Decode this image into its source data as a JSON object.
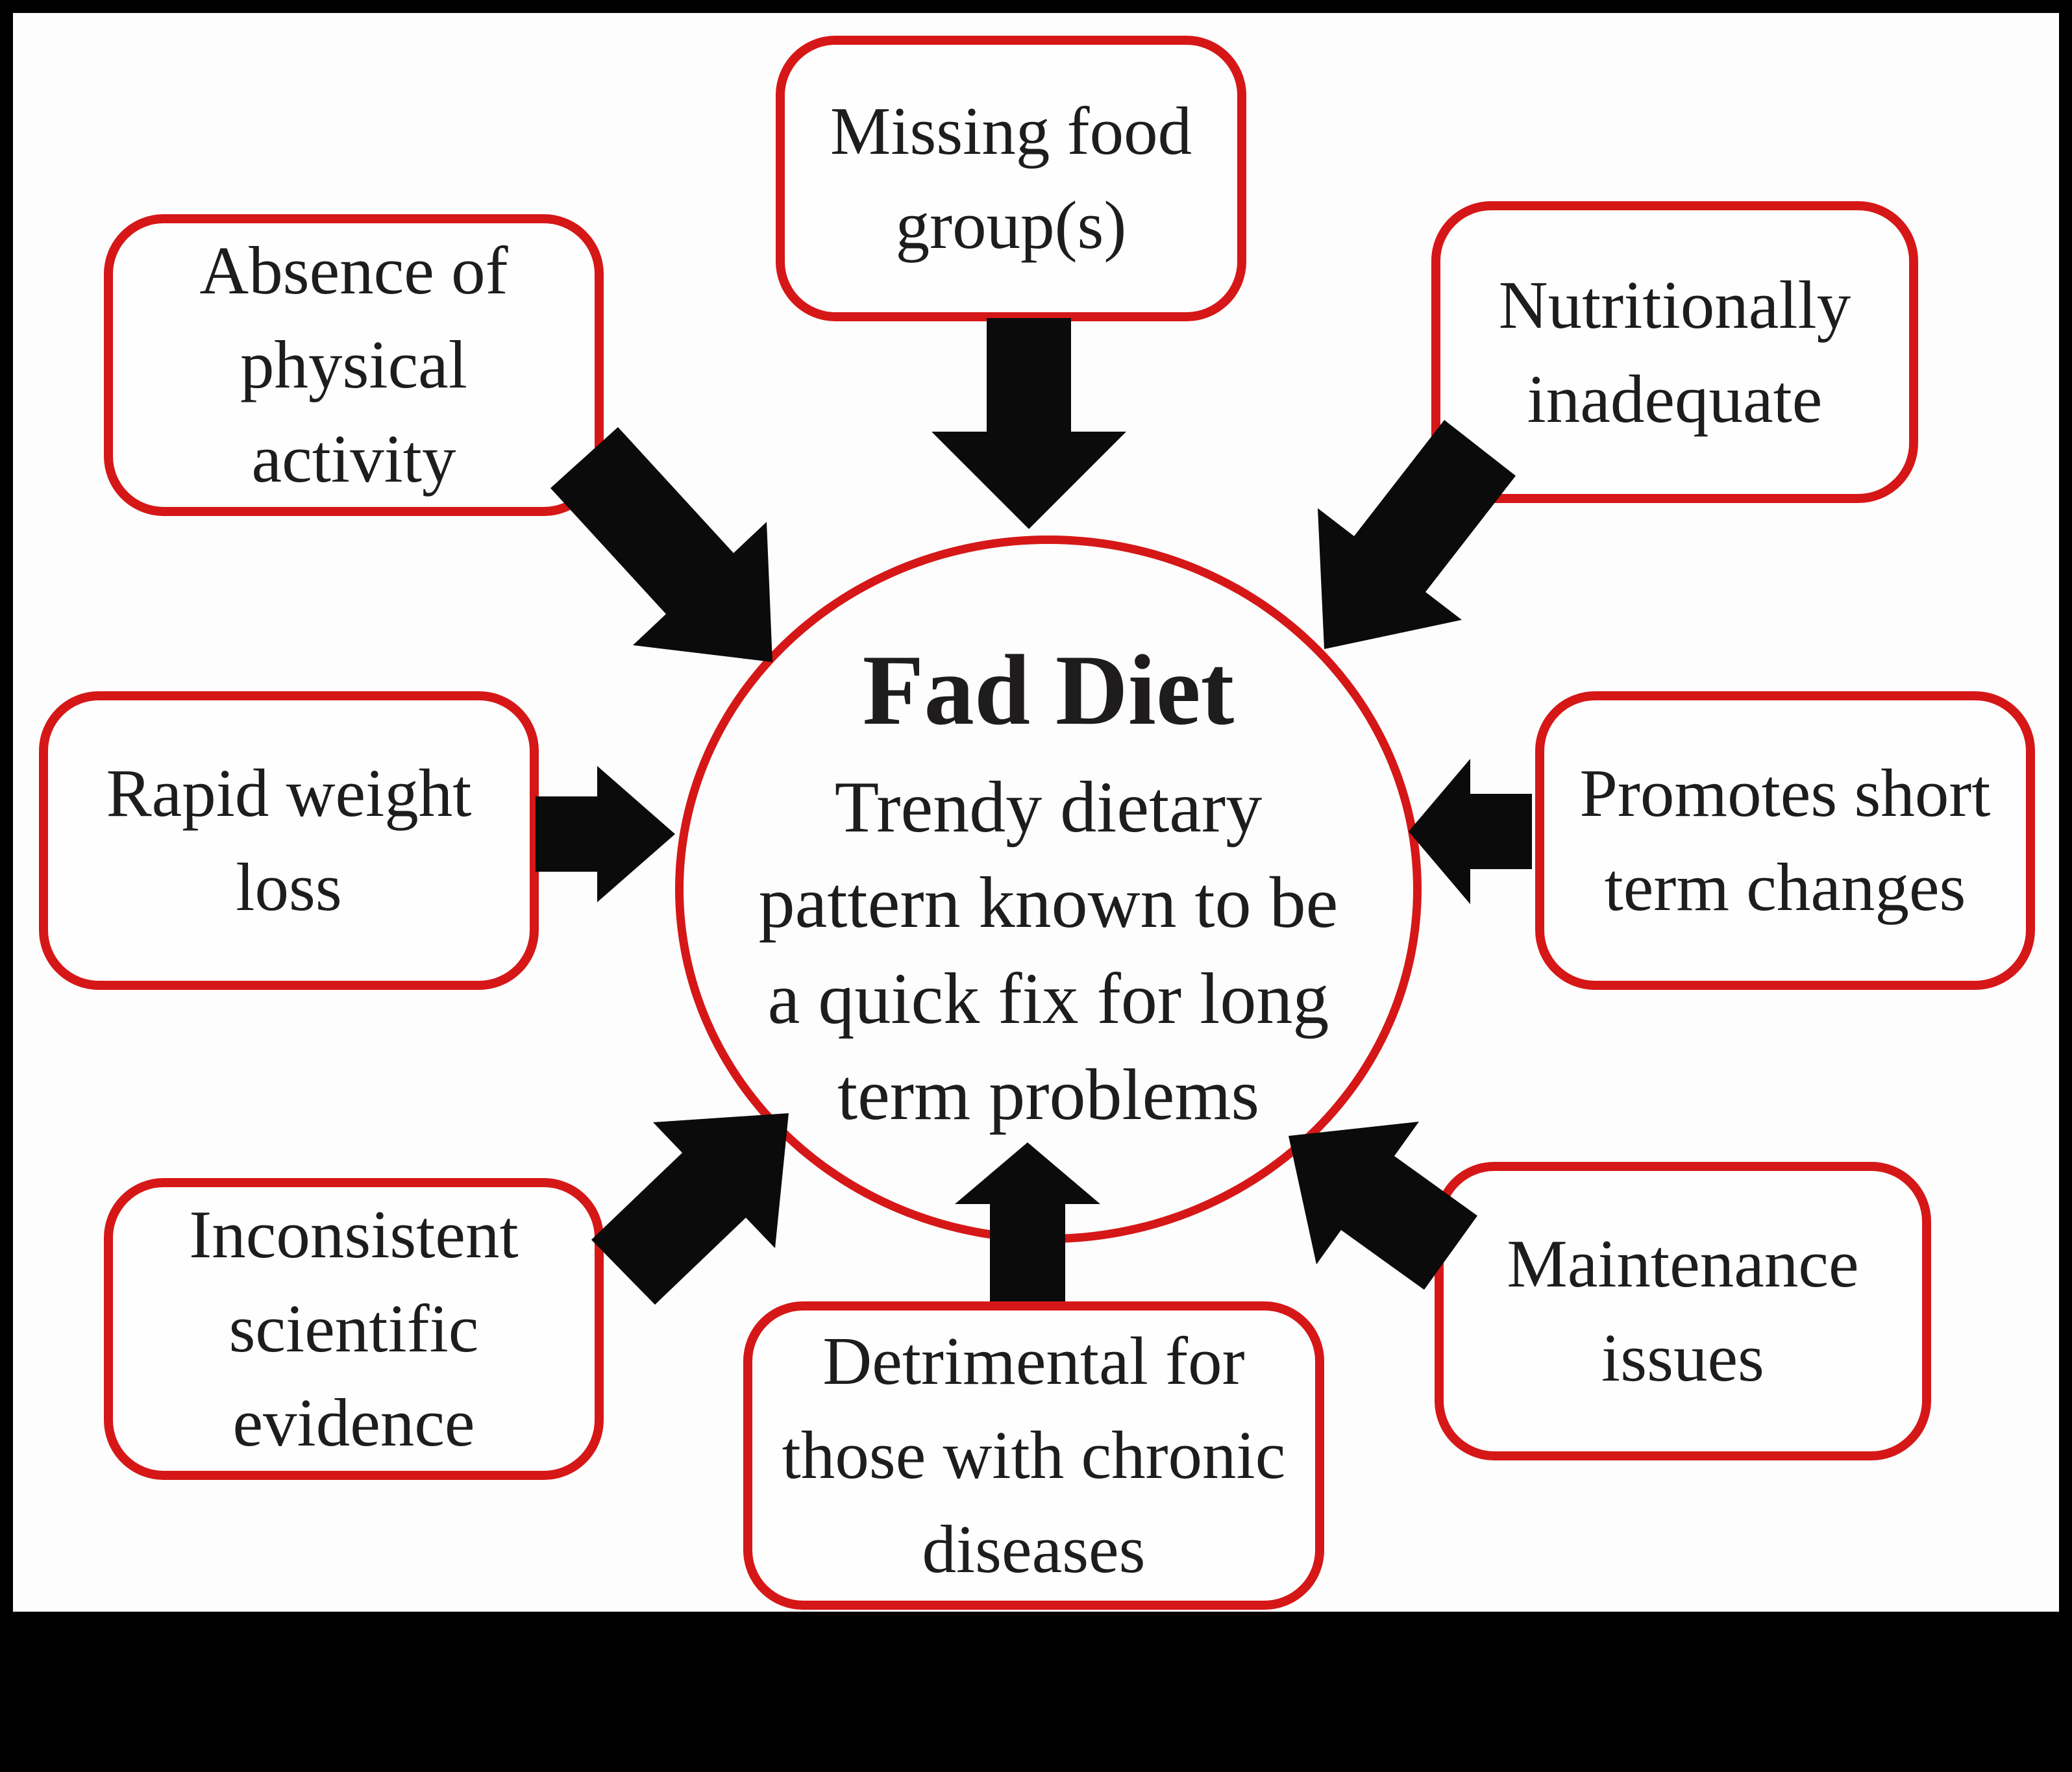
{
  "theme": {
    "accent": "#d61717",
    "ink": "#1e1c1c",
    "arrow": "#0b0b0b",
    "paper": "#fdfdfd",
    "card": "#fefefe",
    "frame": "#000000"
  },
  "diagram": {
    "center": {
      "title": "Fad Diet",
      "description": "Trendy dietary\npattern known to be\na quick fix for long\nterm problems"
    },
    "nodes": [
      {
        "id": "absence-of-physical-activity",
        "label": "Absence of\nphysical\nactivity"
      },
      {
        "id": "missing-food-groups",
        "label": "Missing food\ngroup(s)"
      },
      {
        "id": "nutritionally-inadequate",
        "label": "Nutritionally\ninadequate"
      },
      {
        "id": "rapid-weight-loss",
        "label": "Rapid weight\nloss"
      },
      {
        "id": "promotes-short-term-changes",
        "label": "Promotes short\nterm changes"
      },
      {
        "id": "inconsistent-scientific-evidence",
        "label": "Inconsistent\nscientific\nevidence"
      },
      {
        "id": "detrimental-chronic-diseases",
        "label": "Detrimental for\nthose with chronic\ndiseases"
      },
      {
        "id": "maintenance-issues",
        "label": "Maintenance\nissues"
      }
    ]
  }
}
